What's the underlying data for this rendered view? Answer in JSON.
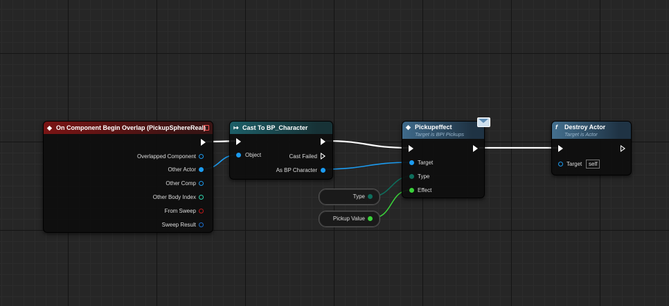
{
  "nodes": {
    "overlap": {
      "title": "On Component Begin Overlap (PickupSphereReal)",
      "pins": {
        "overlapped_component": "Overlapped Component",
        "other_actor": "Other Actor",
        "other_comp": "Other Comp",
        "other_body_index": "Other Body Index",
        "from_sweep": "From Sweep",
        "sweep_result": "Sweep Result"
      }
    },
    "cast": {
      "title": "Cast To BP_Character",
      "pins": {
        "object": "Object",
        "cast_failed": "Cast Failed",
        "as_bp_character": "As BP Character"
      }
    },
    "pickup": {
      "title": "Pickupeffect",
      "subtitle": "Target is BPI Pickups",
      "pins": {
        "target": "Target",
        "type": "Type",
        "effect": "Effect"
      }
    },
    "destroy": {
      "title": "Destroy Actor",
      "subtitle": "Target is Actor",
      "pins": {
        "target": "Target",
        "target_value": "self"
      }
    },
    "var_type": {
      "label": "Type"
    },
    "var_pickup_value": {
      "label": "Pickup Value"
    }
  },
  "icons": {
    "event": "diamond-icon",
    "cast": "cast-arrow-icon",
    "interface_message": "envelope-icon",
    "function": "function-icon"
  },
  "colors": {
    "exec": "#ffffff",
    "object": "#1b9bf0",
    "struct": "#1e6f72",
    "byte": "#0e6e5c",
    "float": "#3ad13a",
    "bool": "#c0191b",
    "event_header": "#7a1414",
    "cast_header": "#1d5f68",
    "message_header": "#3f6a8a"
  }
}
